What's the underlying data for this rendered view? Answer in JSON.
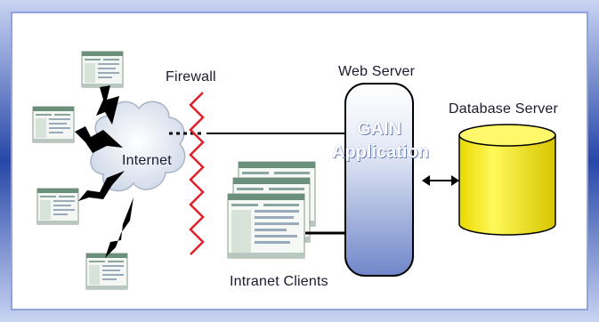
{
  "diagram": {
    "labels": {
      "firewall": "Firewall",
      "internet": "Internet",
      "web_server": "Web Server",
      "app_line1": "GAIN",
      "app_line2": "Application",
      "database_server": "Database Server",
      "intranet_clients": "Intranet Clients"
    },
    "colors": {
      "frame": "#2747a8",
      "frame_inner": "#8fa4dd",
      "firewall": "#e0202a",
      "database": "#f2e600",
      "server_top": "#ffffff",
      "server_bottom": "#6f86c9"
    },
    "icons": [
      "internet-client-screen-icon",
      "intranet-client-screen-icon",
      "lightning-icon",
      "cloud-icon",
      "database-cylinder-icon",
      "double-arrow-icon"
    ]
  }
}
